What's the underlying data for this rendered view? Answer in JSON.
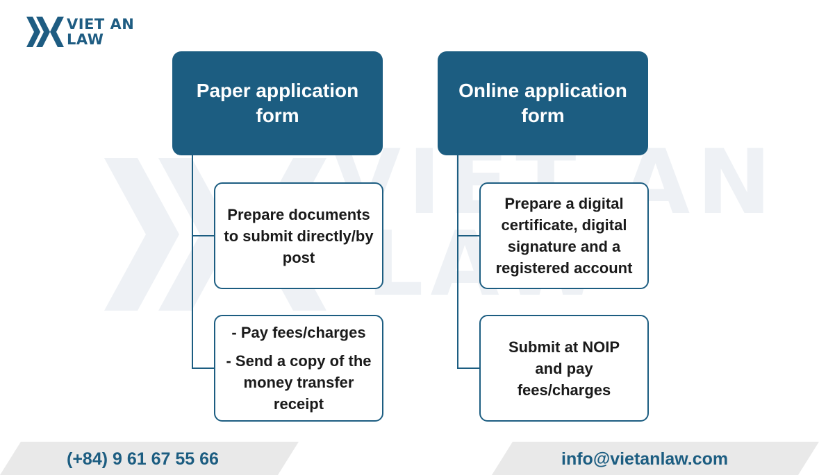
{
  "brand": {
    "line1": "VIET AN",
    "line2": "LAW"
  },
  "watermark": {
    "line1": "VIET AN",
    "line2": "LAW"
  },
  "columns": [
    {
      "header": "Paper application form",
      "items": [
        {
          "paragraphs": [
            "Prepare documents to submit directly/by post"
          ]
        },
        {
          "paragraphs": [
            "- Pay fees/charges",
            "- Send a copy of the money transfer receipt"
          ]
        }
      ]
    },
    {
      "header": "Online application form",
      "items": [
        {
          "paragraphs": [
            "Prepare a digital certificate, digital signature and a registered account"
          ]
        },
        {
          "paragraphs": [
            "Submit at NOIP and pay fees/charges"
          ]
        }
      ]
    }
  ],
  "footer": {
    "phone": "(+84) 9 61 67 55 66",
    "email": "info@vietanlaw.com"
  },
  "colors": {
    "primary": "#1c5d81",
    "watermark": "#eef1f5",
    "footer_band": "#e9e9e9"
  }
}
